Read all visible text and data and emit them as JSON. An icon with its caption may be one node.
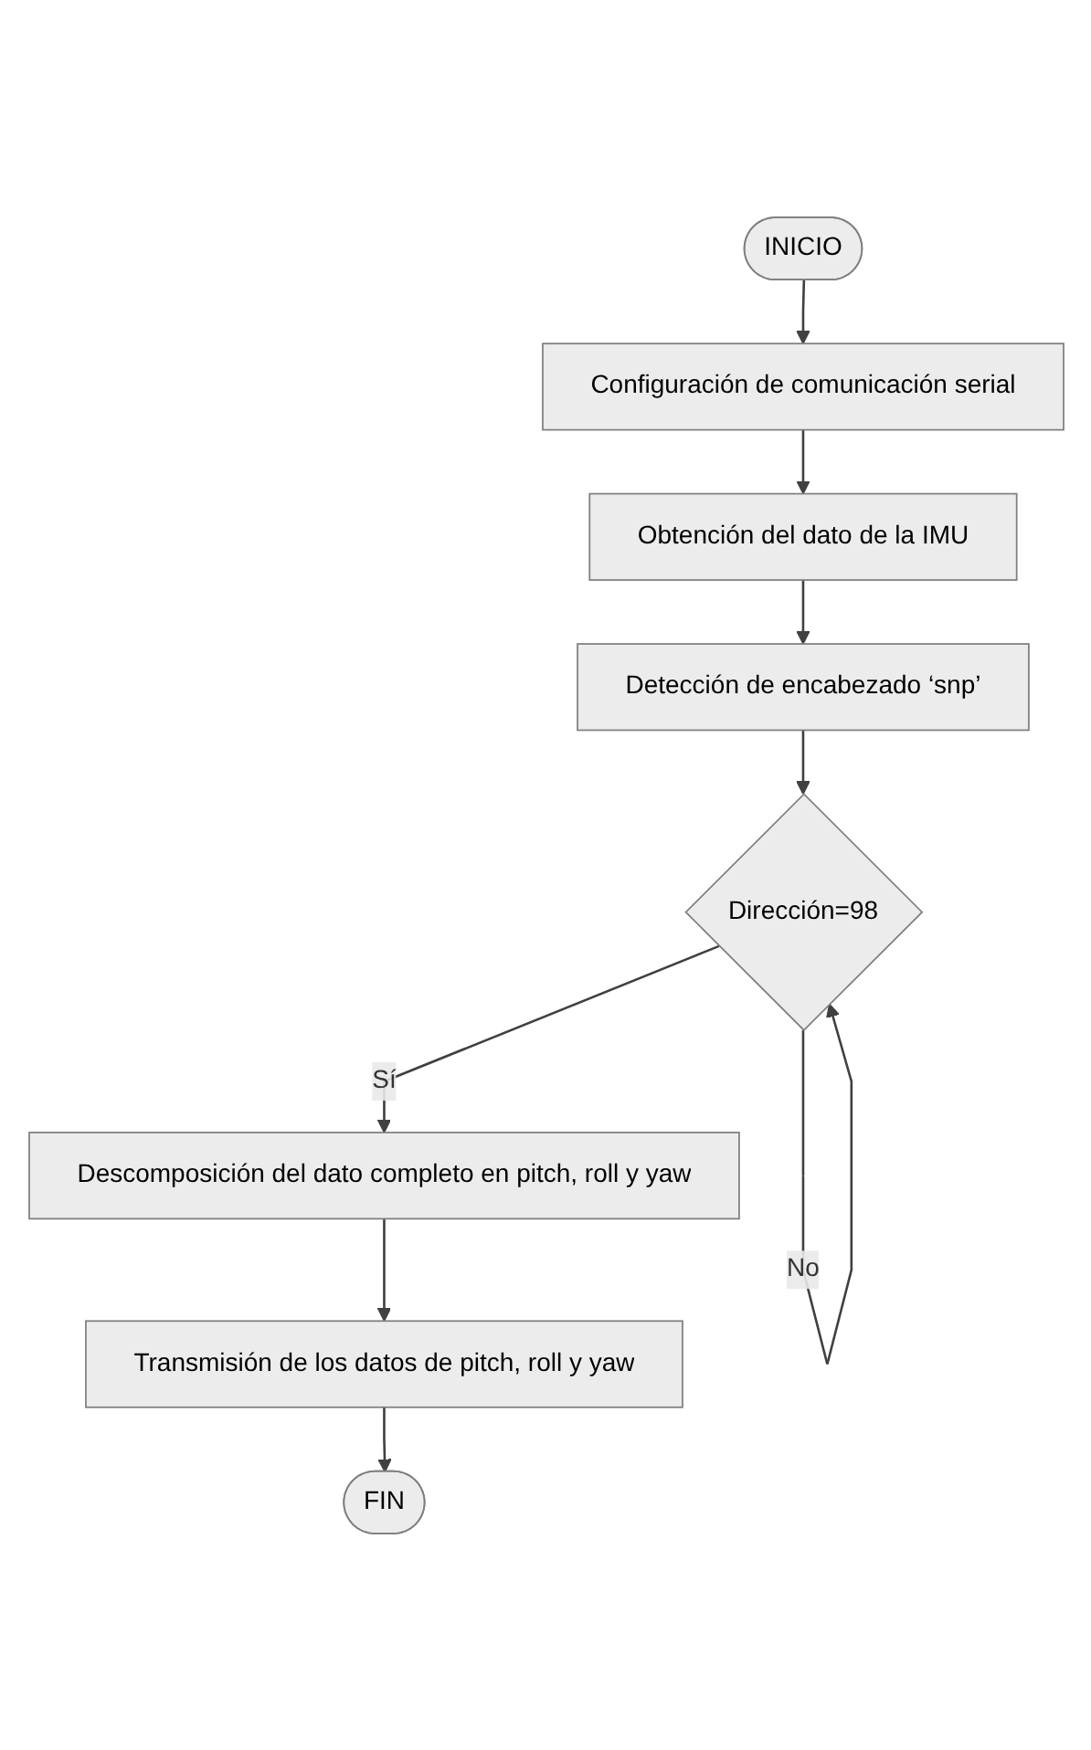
{
  "diagram": {
    "nodes": [
      {
        "text": [
          "INICIO"
        ]
      },
      {
        "text": [
          "Configuración de comunicación serial"
        ]
      },
      {
        "text": [
          "Obtención del dato de la IMU"
        ]
      },
      {
        "text": [
          "Detección de encabezado ‘snp’"
        ]
      },
      {
        "text": [
          "Dirección=98"
        ]
      },
      {
        "text": [
          "Descomposición del dato completo en pitch, roll y yaw"
        ]
      },
      {
        "text": [
          "Transmisión de los datos de pitch, roll y yaw"
        ]
      },
      {
        "text": [
          "FIN"
        ]
      }
    ],
    "edges": [
      {
        "from": 0,
        "to": 1,
        "arrow": "to"
      },
      {
        "from": 1,
        "to": 2,
        "arrow": "to"
      },
      {
        "from": 2,
        "to": 3,
        "arrow": "to"
      },
      {
        "from": 3,
        "to": 4,
        "arrow": "to"
      },
      {
        "from": 4,
        "to": 4,
        "arrow": "to",
        "label": "No"
      },
      {
        "from": 4,
        "to": 5,
        "arrow": "to",
        "label": "Sí"
      },
      {
        "from": 5,
        "to": 6,
        "arrow": "to"
      },
      {
        "from": 6,
        "to": 7,
        "arrow": "to"
      }
    ]
  }
}
